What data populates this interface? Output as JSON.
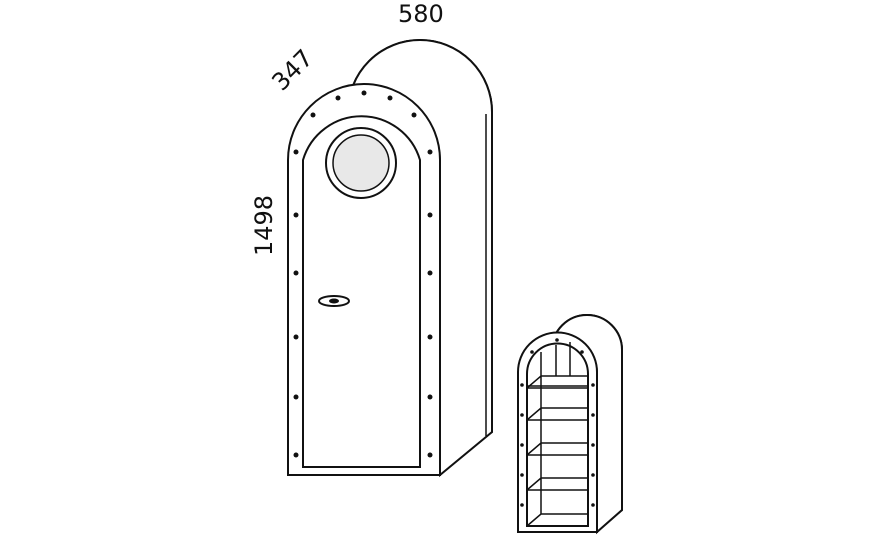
{
  "dimensions": {
    "width": "580",
    "depth": "347",
    "height": "1498"
  },
  "colors": {
    "line": "#111111",
    "background": "#ffffff",
    "porthole": "#e8e8e8"
  }
}
